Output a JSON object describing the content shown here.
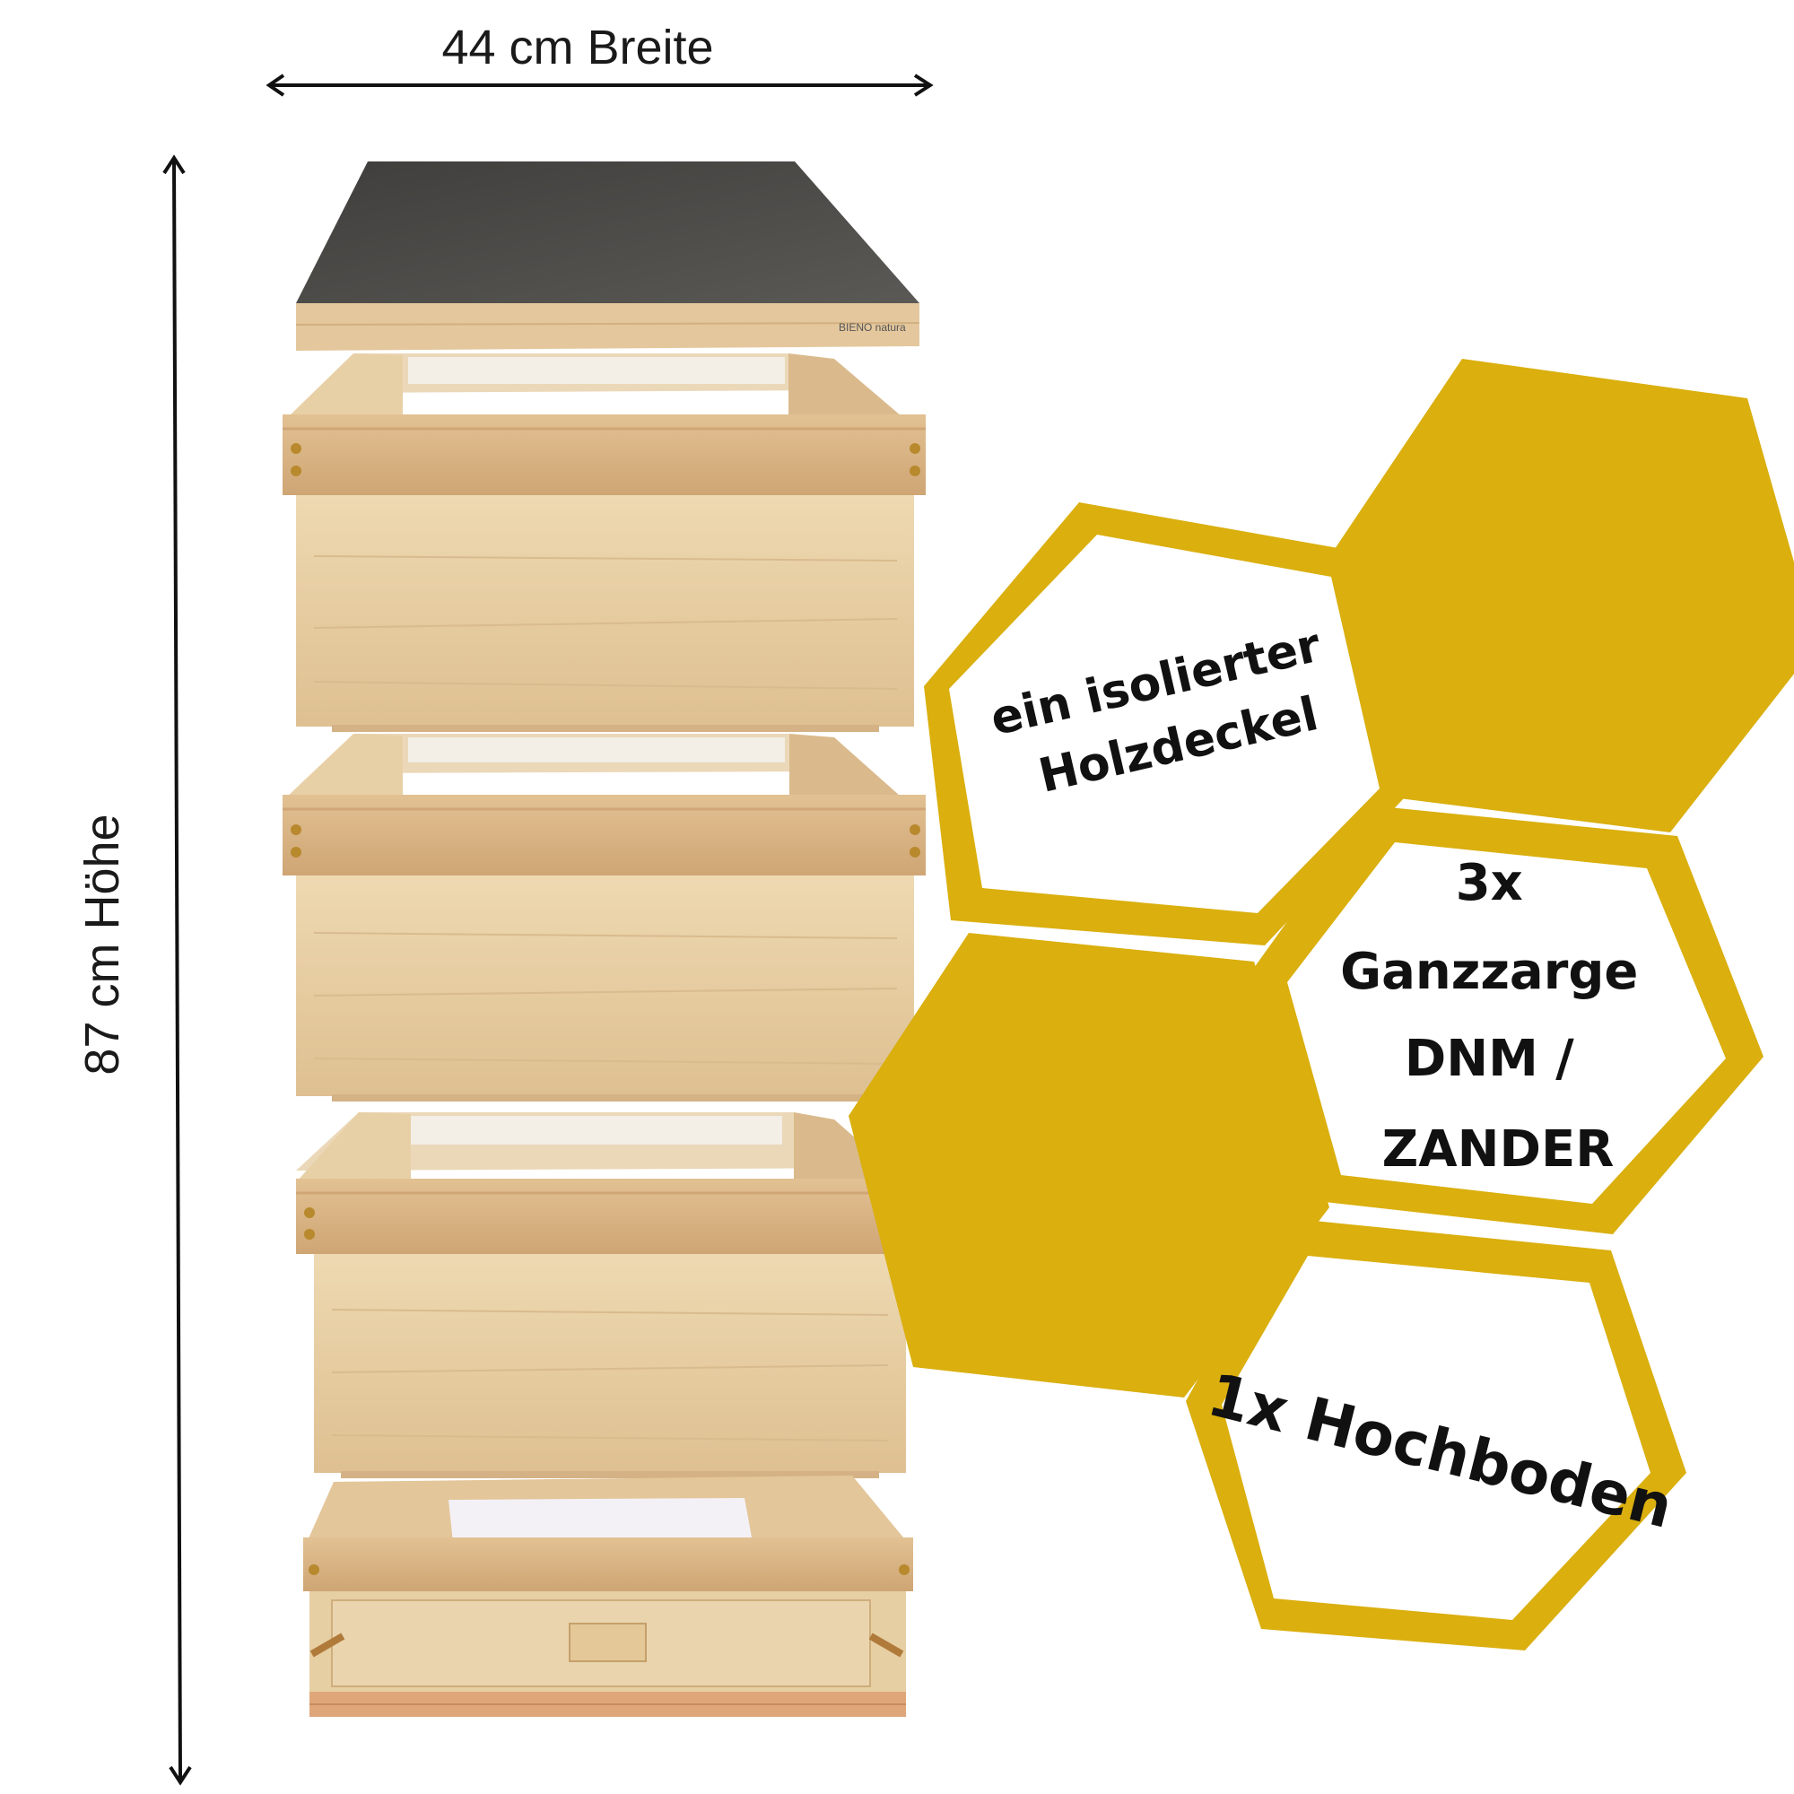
{
  "dimensions": {
    "width_label": "44 cm Breite",
    "height_label": "87 cm Höhe"
  },
  "product": {
    "brand_label": "BIENO natura"
  },
  "features": {
    "lid": [
      "ein isolierter",
      "Holzdeckel"
    ],
    "boxes": [
      "3x",
      "Ganzzarge",
      "DNM /",
      "ZANDER"
    ],
    "floor": [
      "1x Hochboden"
    ]
  },
  "colors": {
    "honey": "#DAAF0E",
    "wood_light": "#EBD3A7",
    "wood_mid": "#D9B98A",
    "wood_dark": "#C49A68",
    "lid_top": "#4A4A47"
  }
}
